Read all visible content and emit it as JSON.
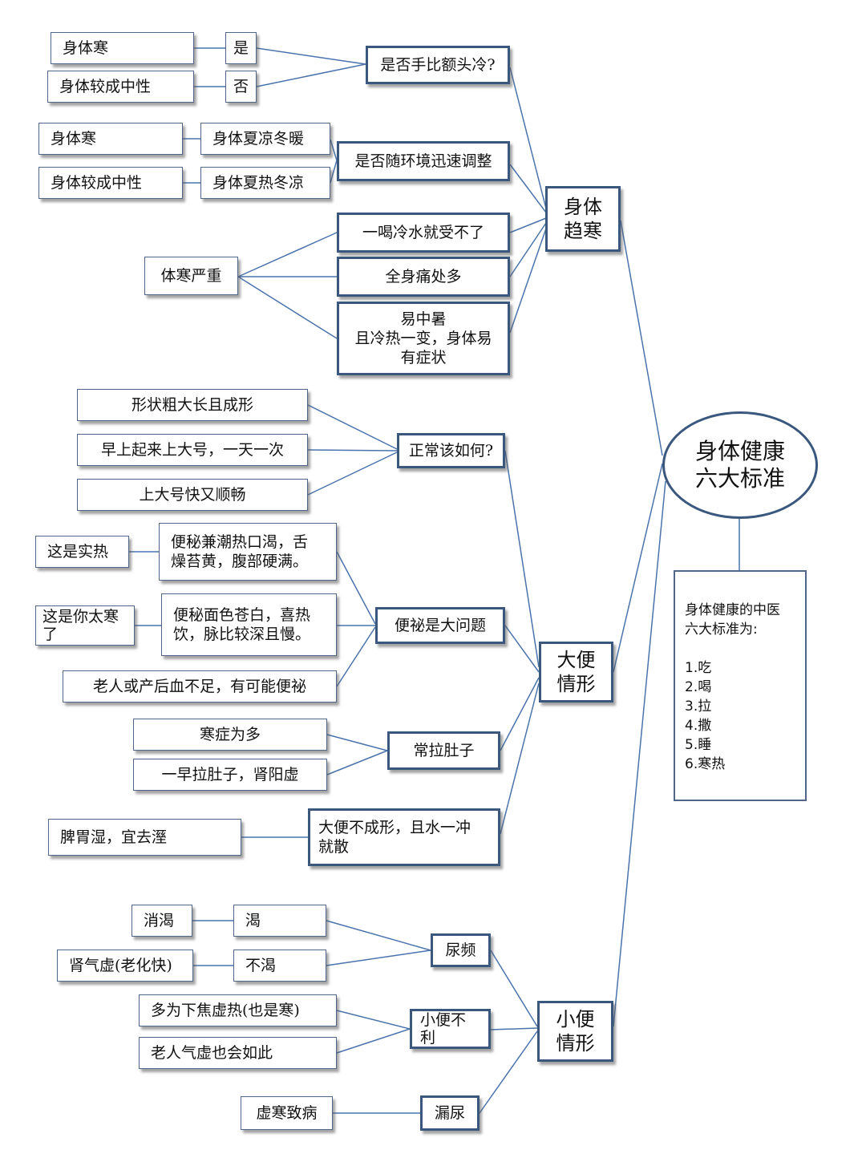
{
  "root": {
    "line1": "身体健康",
    "line2": "六大标准"
  },
  "standards": {
    "intro1": "身体健康的中医",
    "intro2": "六大标准为:",
    "items": [
      "1.吃",
      "2.喝",
      "3.拉",
      "4.撒",
      "5.睡",
      "6.寒热"
    ]
  },
  "cold": {
    "title": {
      "line1": "身体",
      "line2": "趋寒"
    },
    "q1": {
      "question": "是否手比额头冷?",
      "yes": "是",
      "no": "否",
      "yes_result": "身体寒",
      "no_result": "身体较成中性"
    },
    "q2": {
      "question": "是否随环境迅速调整",
      "opt1": "身体夏凉冬暖",
      "opt2": "身体夏热冬凉",
      "res1": "身体寒",
      "res2": "身体较成中性"
    },
    "severe": {
      "label": "体寒严重",
      "s1": "一喝冷水就受不了",
      "s2": "全身痛处多",
      "s3_line1": "易中暑",
      "s3_line2": "且冷热一变，身体易",
      "s3_line3": "有症状"
    }
  },
  "stool": {
    "title": {
      "line1": "大便",
      "line2": "情形"
    },
    "normal": {
      "question": "正常该如何?",
      "a1": "形状粗大长且成形",
      "a2": "早上起来上大号，一天一次",
      "a3": "上大号快又顺畅"
    },
    "constipation": {
      "label": "便祕是大问题",
      "hot_line1": "便秘兼潮热口渴，舌",
      "hot_line2": "燥苔黄，腹部硬满。",
      "hot_result": "这是实热",
      "cold_line1": "便秘面色苍白，喜热",
      "cold_line2": "饮，脉比较深且慢。",
      "cold_result_line1": "这是你太寒",
      "cold_result_line2": "了",
      "elderly": "老人或产后血不足，有可能便祕"
    },
    "diarrhea": {
      "label": "常拉肚子",
      "d1": "寒症为多",
      "d2": "一早拉肚子，肾阳虚"
    },
    "loose": {
      "line1": "大便不成形，且水一冲",
      "line2": "就散",
      "result": "脾胃湿，宜去溼"
    }
  },
  "urine": {
    "title": {
      "line1": "小便",
      "line2": "情形"
    },
    "frequent": {
      "label": "尿频",
      "thirsty": "渴",
      "not_thirsty": "不渴",
      "thirsty_result": "消渴",
      "not_thirsty_result": "肾气虚(老化快)"
    },
    "difficult": {
      "line1": "小便不",
      "line2": "利",
      "d1": "多为下焦虚热(也是寒)",
      "d2": "老人气虚也会如此"
    },
    "incontinence": {
      "label": "漏尿",
      "result": "虚寒致病"
    }
  }
}
